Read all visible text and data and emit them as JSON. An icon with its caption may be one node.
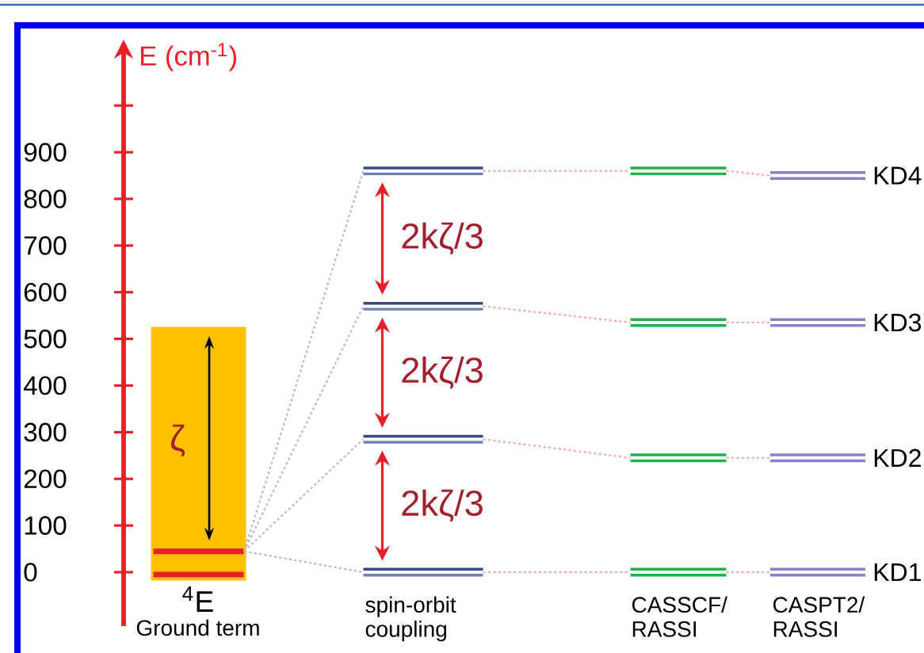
{
  "diagram": {
    "nodes": [
      {
        "text": [
          "ζ"
        ],
        "beside": [
          "$^{4}$E",
          "Ground term"
        ]
      },
      {
        "text": [],
        "shape": "bar",
        "in": 0
      },
      {
        "text": [],
        "shape": "bar",
        "in": 0
      },
      {
        "text": [],
        "shape": "bar"
      },
      {
        "text": [],
        "shape": "bar"
      },
      {
        "text": [],
        "shape": "bar"
      },
      {
        "text": [],
        "shape": "bar"
      },
      {
        "text": [],
        "shape": "bar"
      },
      {
        "text": [],
        "shape": "bar"
      },
      {
        "text": [],
        "shape": "bar"
      },
      {
        "text": [],
        "shape": "bar"
      },
      {
        "text": [
          "KD4"
        ]
      },
      {
        "text": [
          "KD3"
        ]
      },
      {
        "text": [
          "KD2"
        ]
      },
      {
        "text": [
          "KD1"
        ]
      }
    ],
    "edges": [
      {
        "from": 1,
        "to": 3,
        "arrow": "none",
        "style": "dashed",
        "color": "#b8b8c4"
      },
      {
        "from": 1,
        "to": 4,
        "arrow": "none",
        "style": "dashed",
        "color": "#b8b8c4"
      },
      {
        "from": 1,
        "to": 5,
        "arrow": "none",
        "style": "dashed",
        "color": "#b8b8c4"
      },
      {
        "from": 1,
        "to": 6,
        "arrow": "none",
        "style": "dashed",
        "color": "#b8b8c4"
      },
      {
        "from": 3,
        "to": 7,
        "arrow": "none",
        "style": "dashed"
      },
      {
        "from": 4,
        "to": 8,
        "arrow": "none",
        "style": "dashed"
      },
      {
        "from": 5,
        "to": 9,
        "arrow": "none",
        "style": "dashed"
      },
      {
        "from": 6,
        "to": 10,
        "arrow": "none",
        "style": "dashed"
      },
      {
        "from": 7,
        "to": 11,
        "arrow": "none",
        "style": "dashed"
      },
      {
        "from": 8,
        "to": 12,
        "arrow": "none",
        "style": "dashed"
      },
      {
        "from": 9,
        "to": 13,
        "arrow": "none",
        "style": "dashed"
      },
      {
        "from": 10,
        "to": 14,
        "arrow": "none",
        "style": "dashed"
      },
      {
        "from": 3,
        "to": 4,
        "arrow": "both",
        "label": "2kζ/3",
        "color": "#e8202a"
      },
      {
        "from": 4,
        "to": 5,
        "arrow": "both",
        "label": "2kζ/3",
        "color": "#e8202a"
      },
      {
        "from": 5,
        "to": 6,
        "arrow": "both",
        "label": "2kζ/3",
        "color": "#e8202a"
      }
    ],
    "labels": [
      "E (cm$^{-1}$)",
      "900",
      "800",
      "700",
      "600",
      "500",
      "400",
      "300",
      "200",
      "100",
      "0",
      "spin-orbit coupling",
      "CASSCF/ RASSI",
      "CASPT2/ RASSI"
    ]
  }
}
